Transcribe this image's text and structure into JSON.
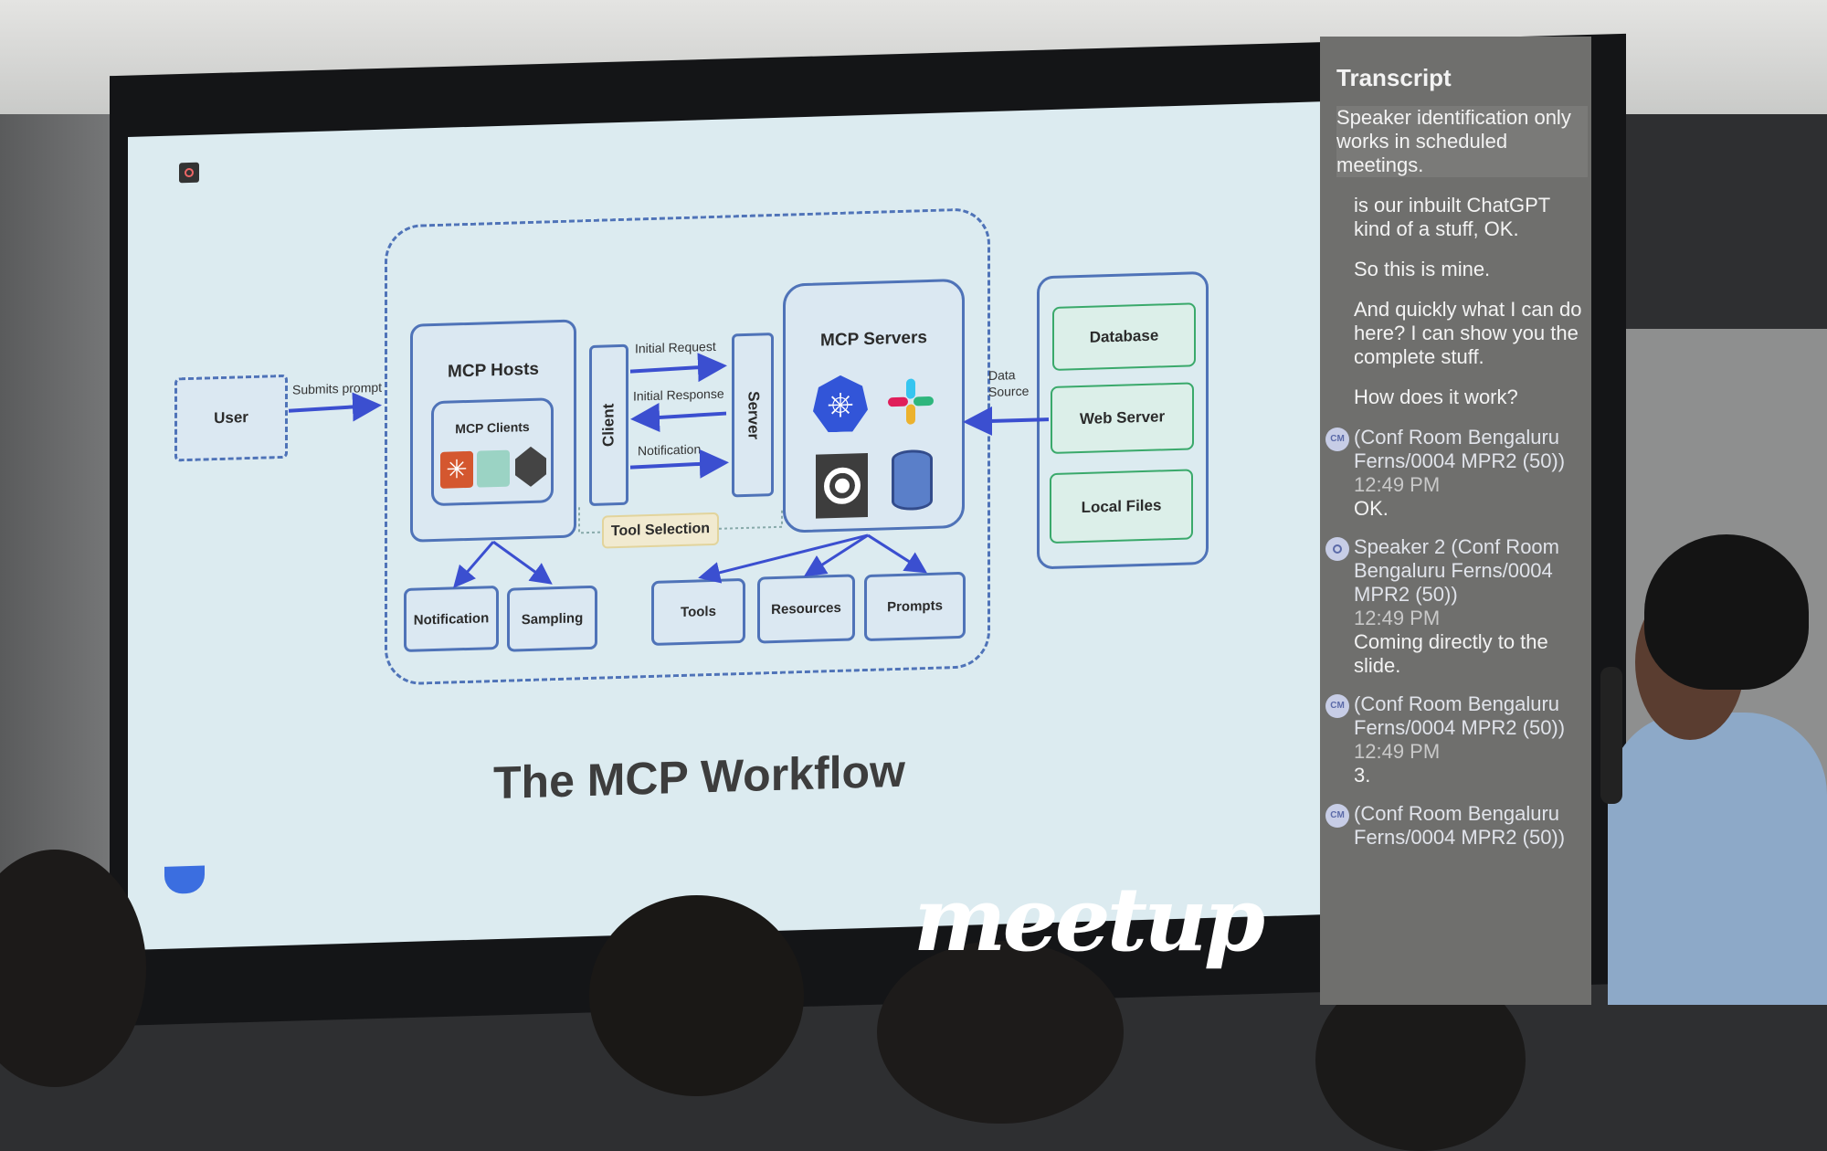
{
  "slide": {
    "title": "The MCP Workflow",
    "user": "User",
    "submits_prompt": "Submits prompt",
    "mcp_hosts": "MCP Hosts",
    "mcp_clients": "MCP Clients",
    "client": "Client",
    "server": "Server",
    "initial_request": "Initial Request",
    "initial_response": "Initial Response",
    "notification_arrow": "Notification",
    "tool_selection": "Tool Selection",
    "mcp_servers": "MCP Servers",
    "data_source": "Data Source",
    "sources": [
      "Database",
      "Web Server",
      "Local Files"
    ],
    "host_outputs": [
      "Notification",
      "Sampling"
    ],
    "server_outputs": [
      "Tools",
      "Resources",
      "Prompts"
    ]
  },
  "transcript": {
    "title": "Transcript",
    "notice": "Speaker identification only works in scheduled meetings.",
    "lines": [
      "is our inbuilt ChatGPT kind of a stuff, OK.",
      "So this is mine.",
      "And quickly what I can do here? I can show you the complete stuff.",
      "How does it work?"
    ],
    "entries": [
      {
        "avatar": "CM",
        "speaker": "(Conf Room Bengaluru Ferns/0004 MPR2 (50))",
        "time": "12:49 PM",
        "text": "OK."
      },
      {
        "avatar": "",
        "speaker": "Speaker 2 (Conf Room Bengaluru Ferns/0004 MPR2 (50))",
        "time": "12:49 PM",
        "text": "Coming directly to the slide."
      },
      {
        "avatar": "CM",
        "speaker": "(Conf Room Bengaluru Ferns/0004 MPR2 (50))",
        "time": "12:49 PM",
        "text": "3."
      },
      {
        "avatar": "CM",
        "speaker": "(Conf Room Bengaluru Ferns/0004 MPR2 (50))",
        "time": "",
        "text": ""
      }
    ]
  },
  "watermark": "meetup",
  "colors": {
    "slide_bg": "#dcebf0",
    "accent": "#3b4fd0",
    "box_border": "#4f73b8",
    "transcript_bg": "#6f6f6d"
  }
}
